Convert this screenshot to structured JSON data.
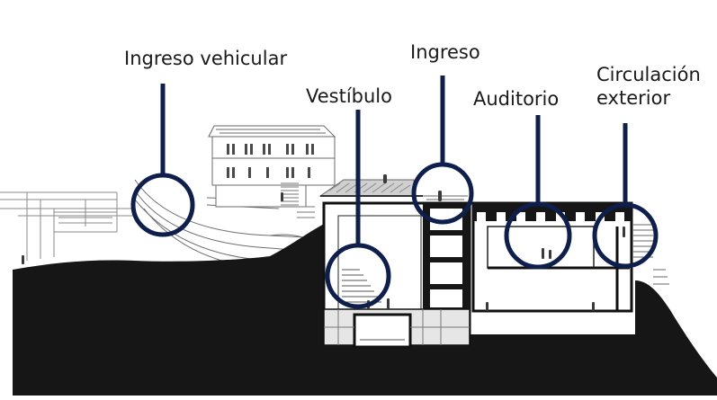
{
  "diagram": {
    "callouts": [
      {
        "id": "ingreso-vehicular",
        "label": "Ingreso vehicular"
      },
      {
        "id": "vestibulo",
        "label": "Vestíbulo"
      },
      {
        "id": "ingreso",
        "label": "Ingreso"
      },
      {
        "id": "auditorio",
        "label": "Auditorio"
      },
      {
        "id": "circulacion-exterior",
        "label_lines": [
          "Circulación",
          "exterior"
        ]
      }
    ],
    "colors": {
      "callout": "#0e1f4d",
      "ground": "#161616",
      "linework": "#555555",
      "background": "#ffffff"
    }
  }
}
